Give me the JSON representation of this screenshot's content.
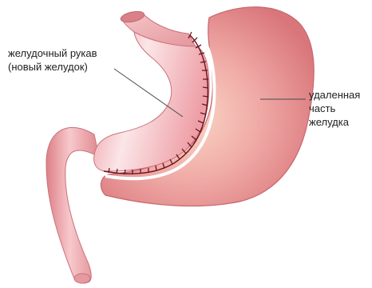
{
  "labels": {
    "sleeve": {
      "line1": "желудочный рукав",
      "line2": "(новый желудок)"
    },
    "removed": {
      "line1": "удаленная",
      "line2": "часть",
      "line3": "желудка"
    }
  },
  "colors": {
    "stomach_outer": "#e0888c",
    "stomach_inner": "#f6c2b8",
    "sleeve_fill": "#f3bcc0",
    "sleeve_highlight": "#fbe8ea",
    "staple_line": "#6b1420",
    "leader_line": "#4a4a4a",
    "separator": "#ffffff"
  }
}
